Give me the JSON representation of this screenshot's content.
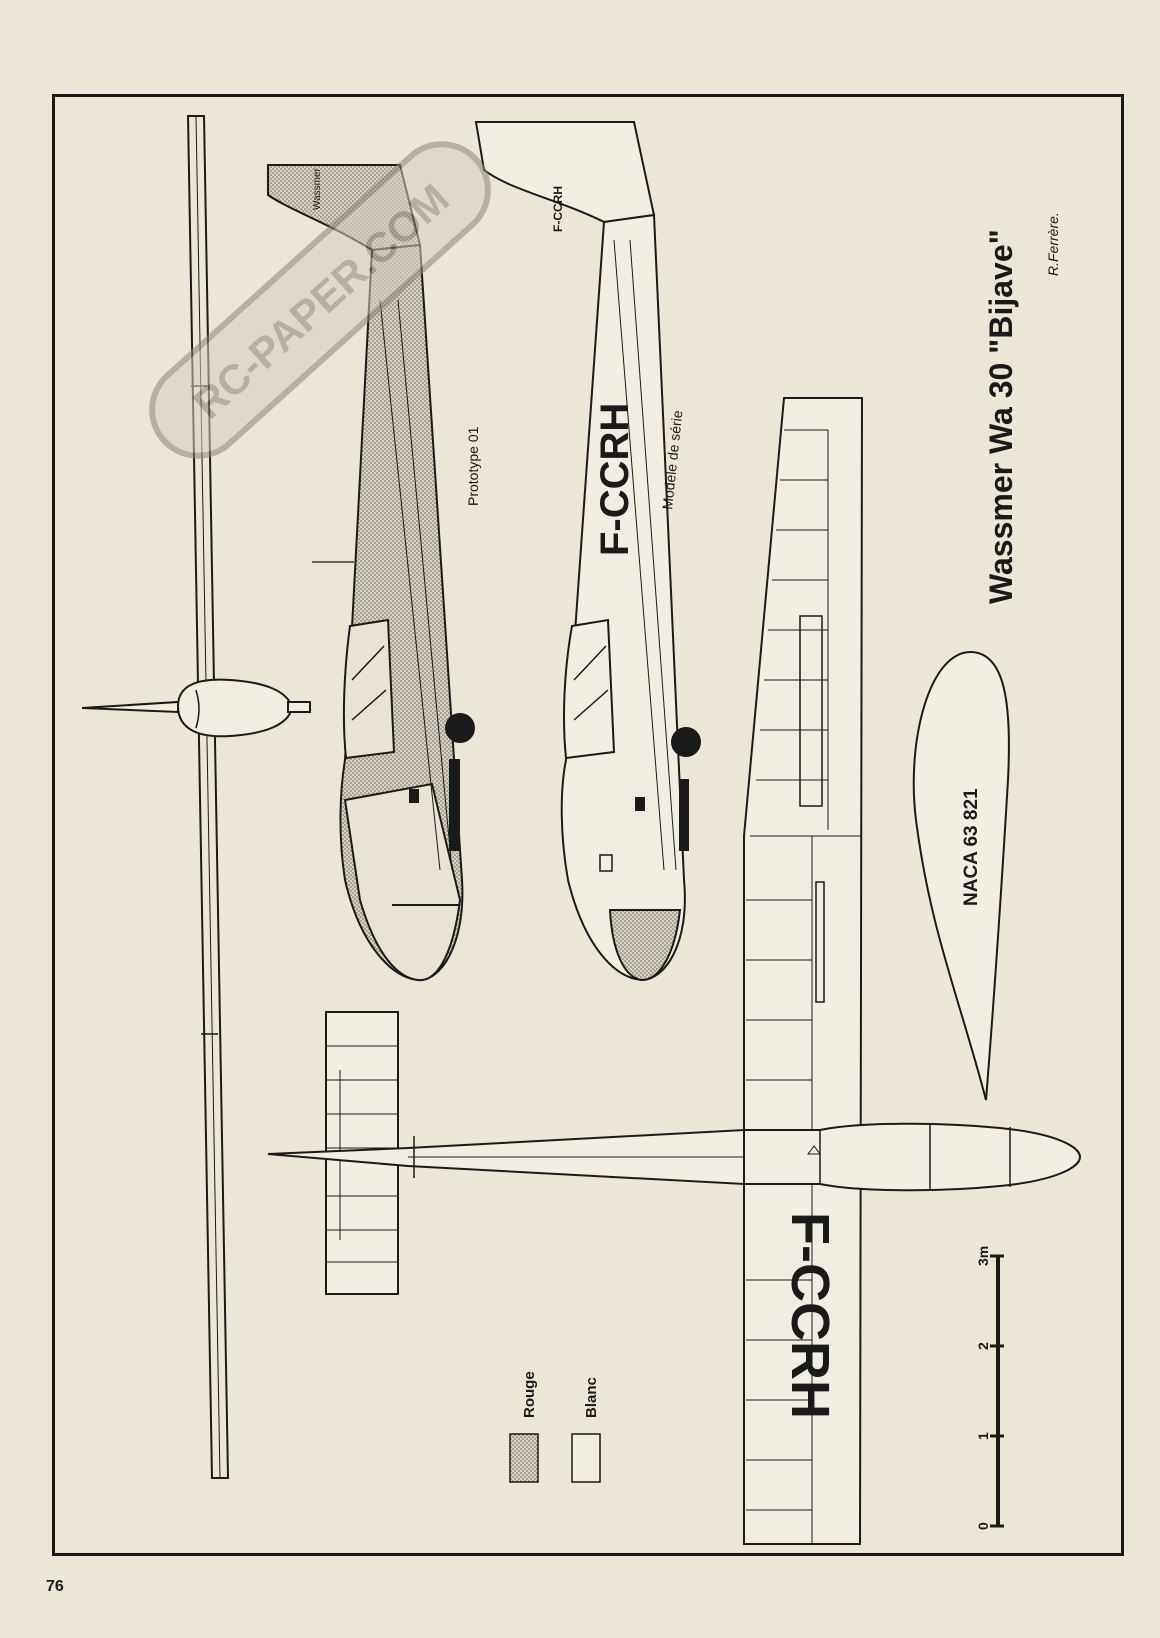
{
  "page_number": "76",
  "watermark": {
    "text": "RC-PAPER.COM"
  },
  "title": {
    "main": "Wassmer Wa 30 \"Bijave\"",
    "author": "R.Ferrère."
  },
  "labels": {
    "prototype": "Prototype 01",
    "serie": "Modèle de série",
    "airfoil": "NACA 63 821"
  },
  "registrations": {
    "side_serie": "F-CCRH",
    "fin_serie": "F-CCRH",
    "wing_top": "F-CCRH"
  },
  "legend": {
    "items": [
      {
        "label": "Rouge",
        "color": "#bdb6aa"
      },
      {
        "label": "Blanc",
        "color": "#f1ece0"
      }
    ]
  },
  "scale": {
    "ticks": [
      "0",
      "1",
      "2",
      "3m"
    ]
  },
  "colors": {
    "ink": "#1a1a1a",
    "paper": "#ece6d6",
    "red_fill": "#bdb6aa"
  }
}
